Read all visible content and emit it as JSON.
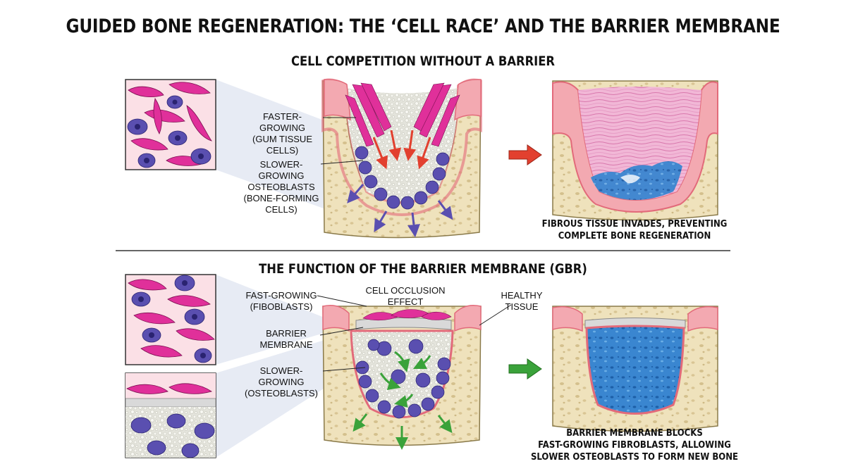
{
  "title": "GUIDED BONE REGENERATION: THE ‘CELL RACE’ AND THE BARRIER MEMBRANE",
  "top": {
    "heading": "CELL COMPETITION WITHOUT A BARRIER",
    "fast_label": "FASTER-GROWING",
    "fast_sub": "(GUM TISSUE CELLS)",
    "slow_label_1": "SLOWER-GROWING",
    "slow_label_2": "OSTEOBLASTS",
    "slow_sub": "(BONE-FORMING CELLS)",
    "result_1": "FIBROUS TISSUE INVADES, PREVENTING",
    "result_2": "COMPLETE BONE REGENERATION"
  },
  "bottom": {
    "heading": "THE FUNCTION OF THE BARRIER MEMBRANE (GBR)",
    "fast_label_1": "FAST-GROWING",
    "fast_label_2": "(FIBOBLASTS)",
    "occlusion": "CELL OCCLUSION EFFECT",
    "healthy_1": "HEALTHY",
    "healthy_2": "TISSUE",
    "barrier_1": "BARRIER",
    "barrier_2": "MEMBRANE",
    "slow_label_1": "SLOWER-GROWING",
    "slow_label_2": "(OSTEOBLASTS)",
    "result_1": "BARRIER MEMBRANE BLOCKS",
    "result_2": "FAST-GROWING FIBROBLASTS, ALLOWING",
    "result_3": "SLOWER OSTEOBLASTS TO FORM NEW BONE"
  },
  "colors": {
    "gum": "#f3a9b1",
    "gum_edge": "#e26a7a",
    "bone": "#efe2bc",
    "fibroblast": "#e0309a",
    "osteoblast": "#5a4fb0",
    "new_bone": "#3a86d0",
    "arrow_red": "#e2402f",
    "arrow_green": "#3aa23a",
    "membrane": "#d9d9d9"
  }
}
